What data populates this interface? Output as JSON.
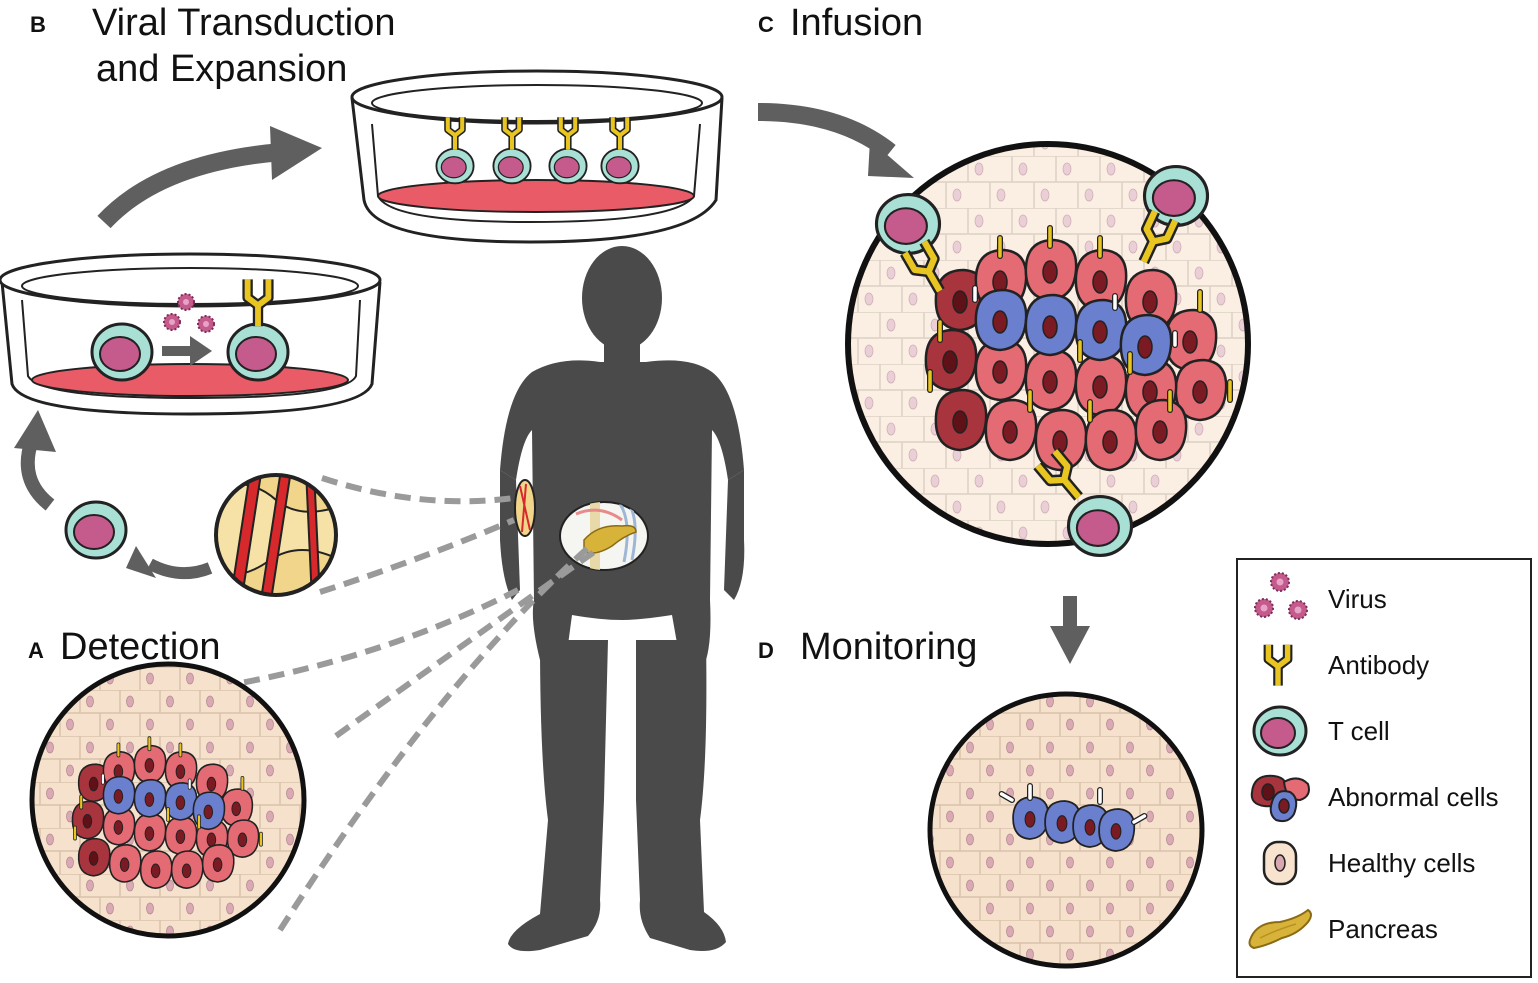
{
  "labels": {
    "b_letter": "B",
    "b_title_1": "Viral Transduction",
    "b_title_2": "and Expansion",
    "c_letter": "C",
    "c_title": "Infusion",
    "a_letter": "A",
    "a_title": "Detection",
    "d_letter": "D",
    "d_title": "Monitoring"
  },
  "legend": {
    "items": [
      {
        "label": "Virus",
        "icon": "virus-icon"
      },
      {
        "label": "Antibody",
        "icon": "antibody-icon"
      },
      {
        "label": "T cell",
        "icon": "t-cell-icon"
      },
      {
        "label": "Abnormal cells",
        "icon": "abnormal-cells-icon"
      },
      {
        "label": "Healthy cells",
        "icon": "healthy-cell-icon"
      },
      {
        "label": "Pancreas",
        "icon": "pancreas-icon"
      }
    ]
  },
  "colors": {
    "arrow": "#5f5f5f",
    "silhouette": "#4a4a4a",
    "dish_medium": "#e95b66",
    "t_cell_ring": "#a9e0d6",
    "t_cell_nucleus": "#c45b8c",
    "antibody": "#e8c520",
    "abnormal_red": "#e46b74",
    "abnormal_dark": "#a8343e",
    "abnormal_blue": "#6b7fcf",
    "healthy_cell": "#f8e3cf",
    "healthy_nucleus": "#d9a7b0",
    "pancreas": "#d8b33a",
    "bone": "#f1d58a",
    "vessel": "#d7282c"
  }
}
